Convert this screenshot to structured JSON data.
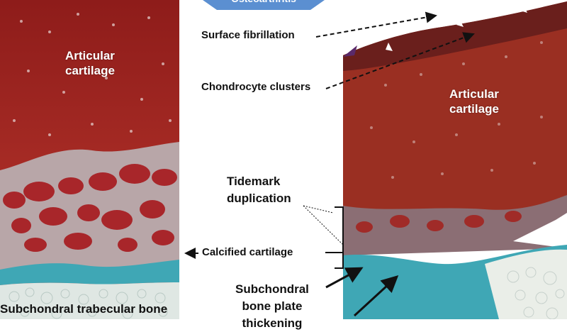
{
  "top_banner": {
    "text": "Osteoarthritis"
  },
  "left_panel": {
    "articular_label": "Articular\ncartilage",
    "bone_label": "Subchondral trabecular bone"
  },
  "right_panel": {
    "articular_label": "Articular\ncartilage"
  },
  "callouts": {
    "surface_fibrillation": "Surface fibrillation",
    "chondrocyte_clusters": "Chondrocyte clusters",
    "tidemark_duplication": "Tidemark\nduplication",
    "calcified_cartilage": "Calcified cartilage",
    "subchondral_plate": "Subchondral\nbone plate\nthickening"
  },
  "colors": {
    "cartilage_red": "#9c2320",
    "bone_teal": "#3fa7b5",
    "banner_blue": "#5b8fd1"
  }
}
